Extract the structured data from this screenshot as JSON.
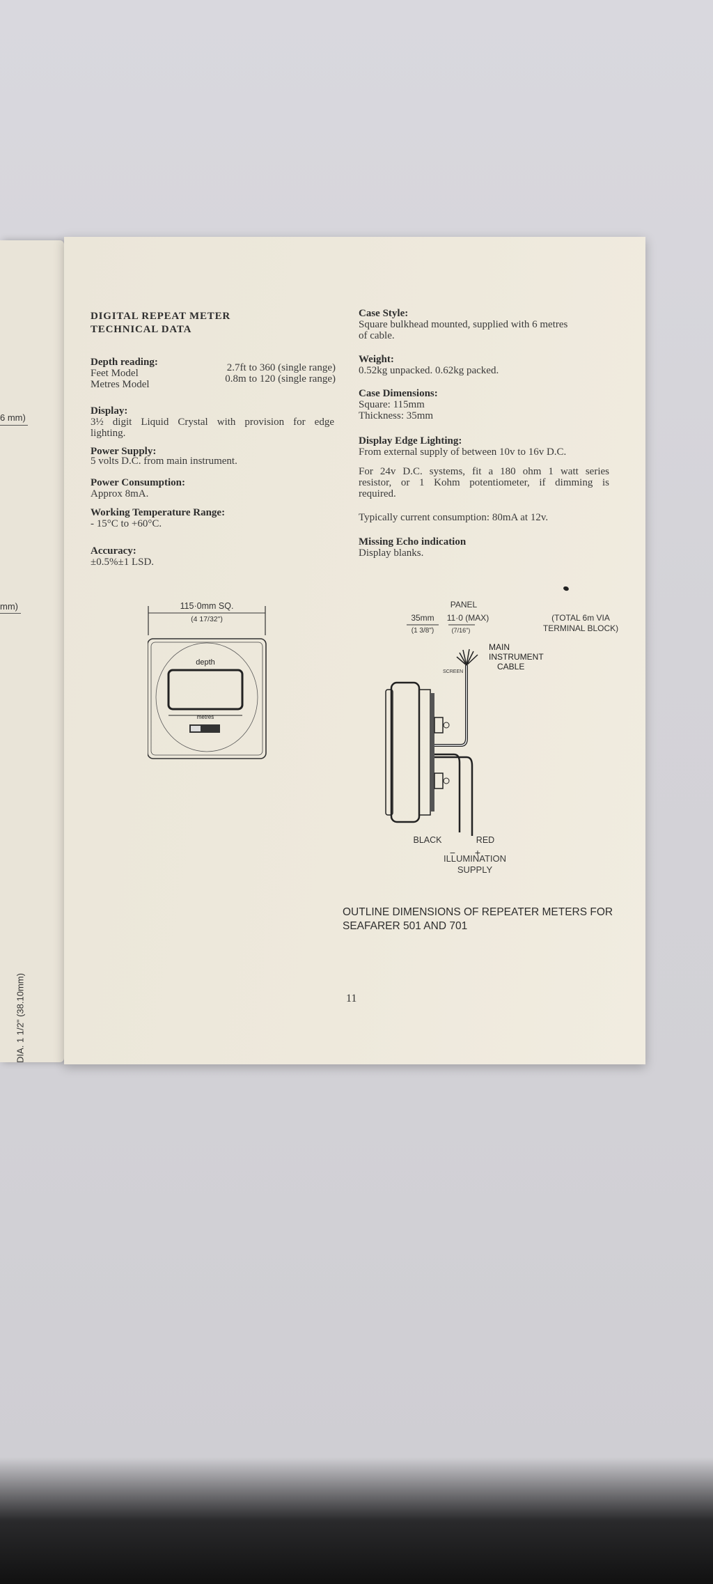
{
  "prev_page": {
    "fragment_top": "6 mm)",
    "fragment_mid": "mm)",
    "dia_label": "DIA. 1 1/2\" (38.10mm)"
  },
  "title": {
    "line1": "DIGITAL REPEAT METER",
    "line2": "TECHNICAL DATA"
  },
  "left_specs": {
    "depth_heading": "Depth reading:",
    "feet_model": "Feet Model",
    "feet_range": "2.7ft to 360 (single range)",
    "metres_model": "Metres Model",
    "metres_range": "0.8m to 120 (single range)",
    "display_heading": "Display:",
    "display_text1": "3½ digit Liquid Crystal with provision for edge",
    "display_text2": "lighting.",
    "power_heading": "Power Supply:",
    "power_text": "5 volts D.C. from main instrument.",
    "consumption_heading": "Power Consumption:",
    "consumption_text": "Approx 8mA.",
    "temp_heading": "Working Temperature Range:",
    "temp_text": "- 15°C to +60°C.",
    "accuracy_heading": "Accuracy:",
    "accuracy_text": "±0.5%±1 LSD."
  },
  "right_specs": {
    "case_style_heading": "Case Style:",
    "case_style_text1": "Square bulkhead mounted, supplied with 6 metres",
    "case_style_text2": "of cable.",
    "weight_heading": "Weight:",
    "weight_text": "0.52kg unpacked. 0.62kg packed.",
    "dims_heading": "Case Dimensions:",
    "dims_square": "Square: 115mm",
    "dims_thickness": "Thickness: 35mm",
    "edge_heading": "Display Edge Lighting:",
    "edge_text": "From external supply of between 10v to 16v D.C.",
    "v24_text1": "For 24v D.C. systems, fit a 180 ohm 1 watt series",
    "v24_text2": "resistor, or 1 Kohm potentiometer, if dimming is",
    "v24_text3": "required.",
    "typical_text": "Typically current consumption: 80mA at 12v.",
    "echo_heading": "Missing Echo indication",
    "echo_text": "Display blanks."
  },
  "meter_diagram": {
    "size_label": "115·0mm SQ.",
    "size_inch": "(4 17/32\")",
    "face_top": "depth",
    "face_bottom": "metres"
  },
  "wiring_diagram": {
    "panel_label": "PANEL",
    "panel_max": "11·0 (MAX)",
    "panel_inch": "(7/16\")",
    "depth_label": "35mm",
    "depth_inch": "(1 3/8\")",
    "total_label1": "(TOTAL 6m VIA",
    "total_label2": "TERMINAL BLOCK)",
    "main_label1": "MAIN",
    "main_label2": "INSTRUMENT",
    "main_label3": "CABLE",
    "screen_label": "SCREEN",
    "black_label": "BLACK",
    "red_label": "RED",
    "minus": "−",
    "plus": "+",
    "illum1": "ILLUMINATION",
    "illum2": "SUPPLY"
  },
  "caption": {
    "line1": "OUTLINE DIMENSIONS OF REPEATER METERS FOR",
    "line2": "SEAFARER 501 AND 701"
  },
  "page_number": "11"
}
